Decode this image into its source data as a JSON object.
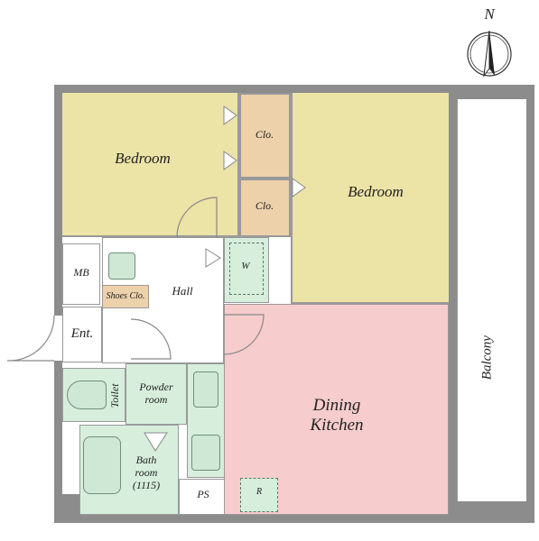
{
  "compass": {
    "label": "N"
  },
  "rooms": {
    "bedroom_left": "Bedroom",
    "bedroom_right": "Bedroom",
    "closet_top": "Clo.",
    "closet_bottom": "Clo.",
    "mb": "MB",
    "shoes_closet": "Shoes Clo.",
    "hall": "Hall",
    "washer": "W",
    "entrance": "Ent.",
    "toilet": "Toilet",
    "powder_room": "Powder\nroom",
    "bath_room": "Bath\nroom\n(1115)",
    "ps": "PS",
    "refrigerator": "R",
    "dining_kitchen": "Dining\nKitchen",
    "balcony": "Balcony"
  },
  "colors": {
    "bedroom": "#ece3a6",
    "closet": "#ecd1aa",
    "dining_kitchen": "#f6cccd",
    "wet_area": "#d7eedd",
    "wall": "#8c8c8c"
  }
}
